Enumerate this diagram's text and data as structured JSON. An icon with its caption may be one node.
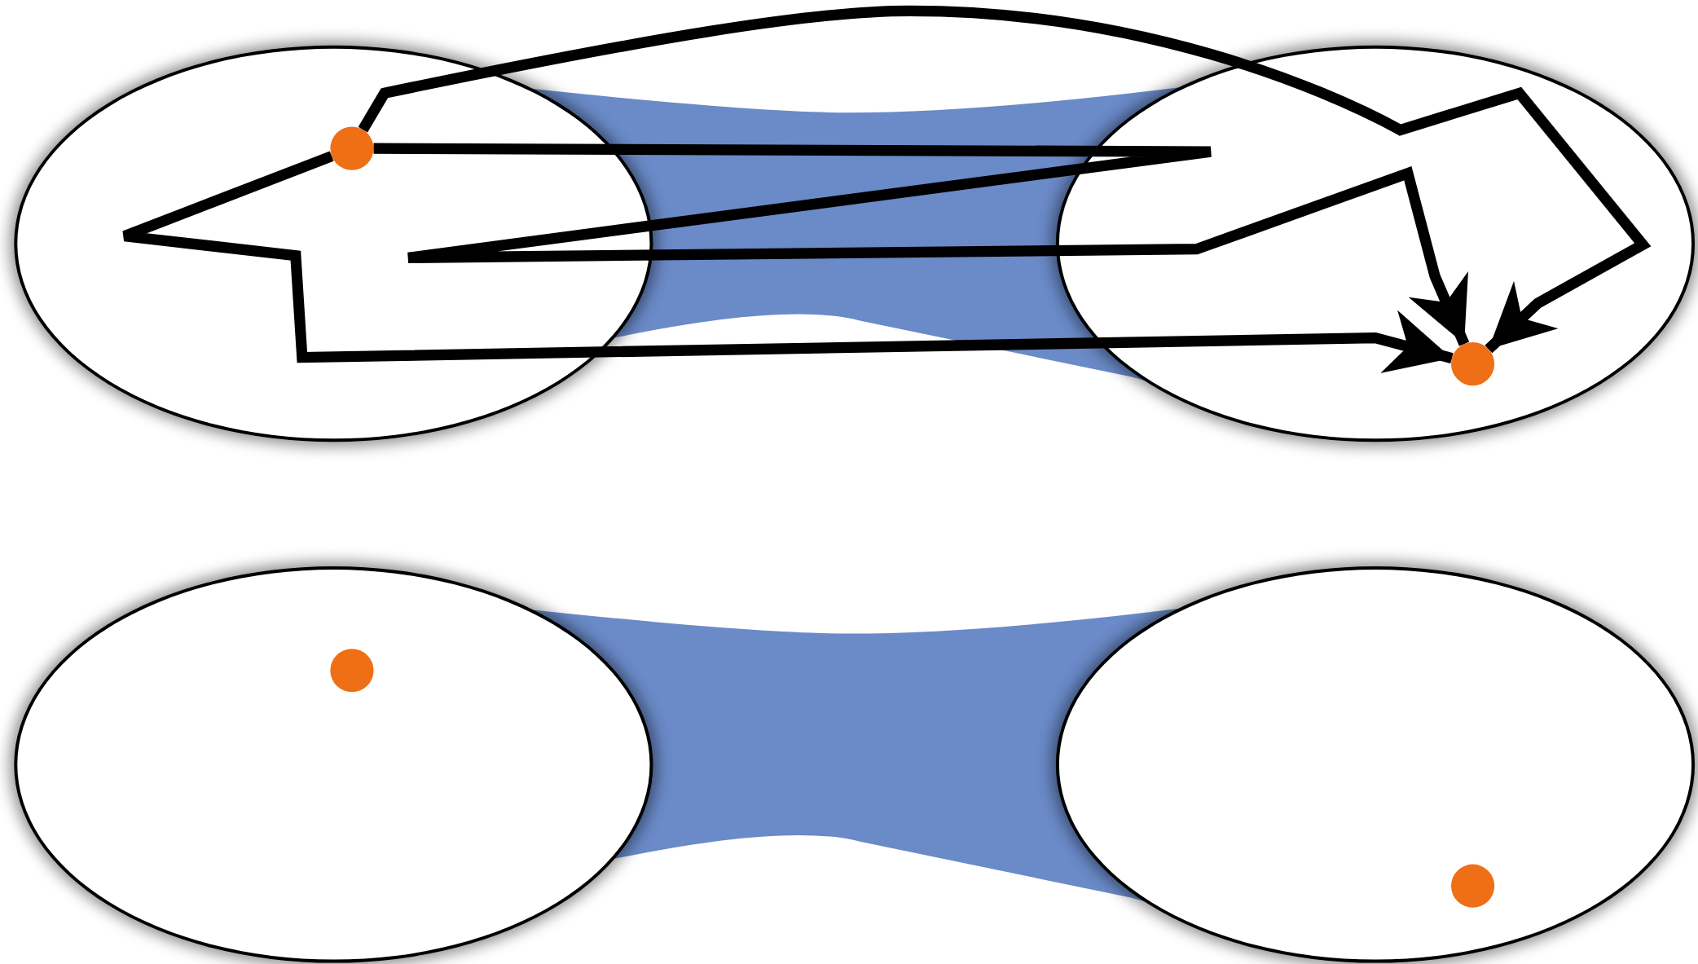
{
  "diagram": {
    "nodes": [
      {
        "text": [],
        "shape": "ellipse"
      },
      {
        "text": [],
        "shape": "circle",
        "in": 0
      },
      {
        "text": [],
        "shape": "ellipse"
      },
      {
        "text": [],
        "shape": "circle",
        "in": 2
      },
      {
        "text": [],
        "shape": "ellipse"
      },
      {
        "text": [],
        "shape": "circle",
        "in": 4
      },
      {
        "text": [],
        "shape": "ellipse"
      },
      {
        "text": [],
        "shape": "circle",
        "in": 6
      }
    ],
    "edges": [
      {
        "from": 0,
        "to": 2,
        "arrow": "none",
        "style": "thick",
        "color": "#6a8ac8"
      },
      {
        "from": 4,
        "to": 6,
        "arrow": "none",
        "style": "thick",
        "color": "#6a8ac8"
      },
      {
        "from": 1,
        "to": 3,
        "arrow": "to"
      },
      {
        "from": 1,
        "to": 3,
        "arrow": "to"
      },
      {
        "from": 1,
        "to": 3,
        "arrow": "to"
      }
    ]
  }
}
